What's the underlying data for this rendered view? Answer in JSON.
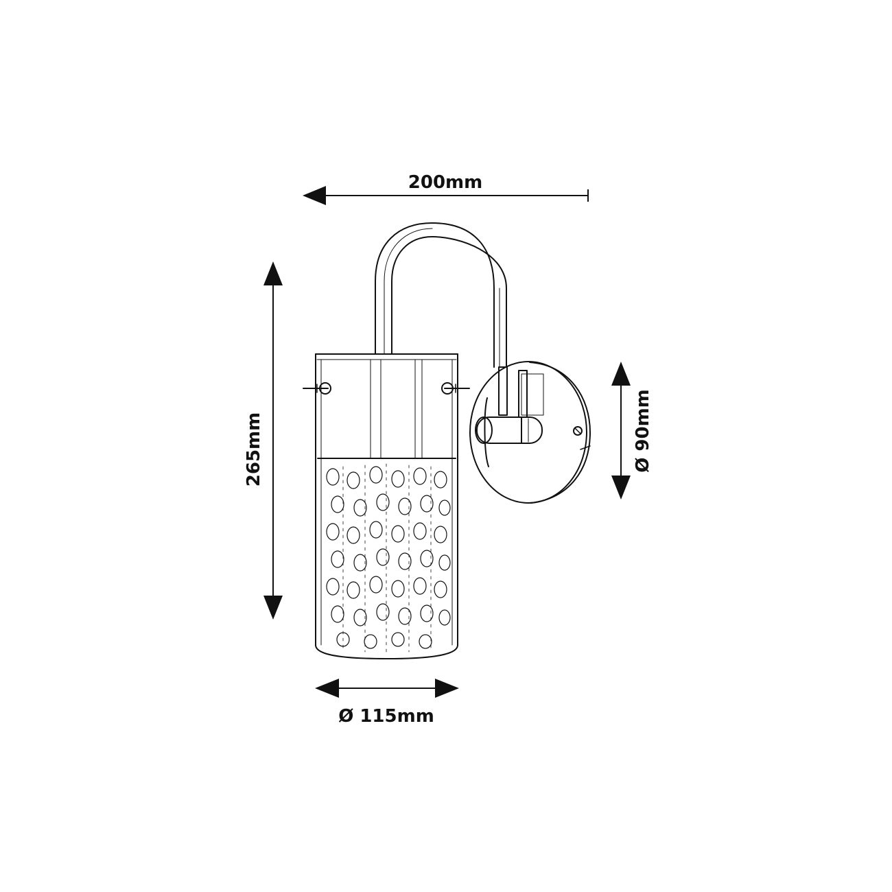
{
  "dimensions": {
    "width": "200mm",
    "height": "265mm",
    "shade_diameter": "Ø 115mm",
    "base_diameter": "Ø 90mm"
  },
  "colors": {
    "line": "#111111",
    "background": "#ffffff"
  }
}
